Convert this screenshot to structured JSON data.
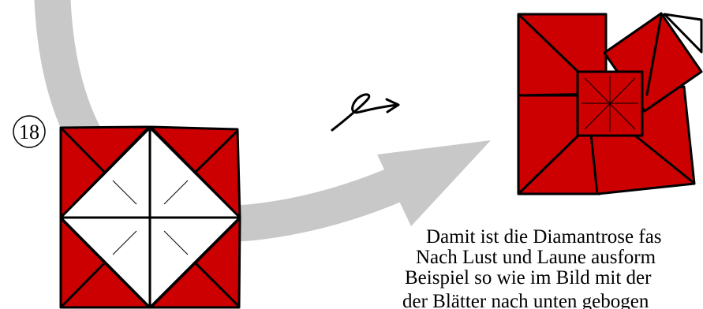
{
  "step": {
    "number": "18"
  },
  "caption": {
    "lines": [
      "Damit ist die Diamantrose fas",
      "Nach Lust und Laune ausform",
      "Beispiel so wie im Bild mit der",
      "der Blätter nach unten gebogen"
    ]
  },
  "icons": {
    "turn_over": "turn-over-icon",
    "progress_arrow": "curved-arrow-icon"
  },
  "colors": {
    "paper_colored_side": "#cc0000",
    "paper_white_side": "#ffffff",
    "arrow": "#c8c8c8",
    "outline": "#000000"
  }
}
